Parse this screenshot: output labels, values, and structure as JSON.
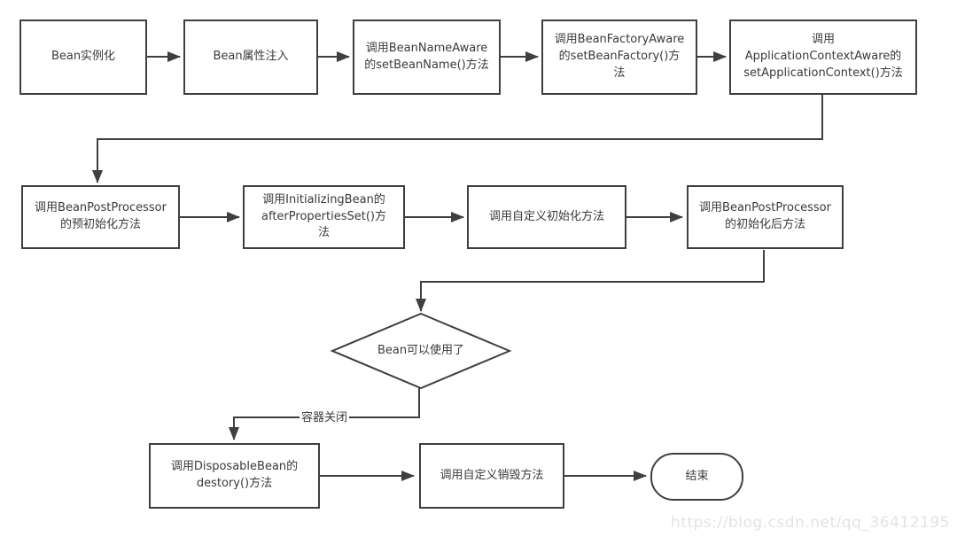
{
  "diagram": {
    "type": "flowchart",
    "nodes": [
      {
        "id": "bean-instantiation",
        "shape": "rect",
        "label": "Bean实例化"
      },
      {
        "id": "bean-property-injection",
        "shape": "rect",
        "label": "Bean属性注入"
      },
      {
        "id": "set-bean-name",
        "shape": "rect",
        "label": "调用BeanNameAware\n的setBeanName()方法"
      },
      {
        "id": "set-bean-factory",
        "shape": "rect",
        "label": "调用BeanFactoryAware\n的setBeanFactory()方\n法"
      },
      {
        "id": "set-application-context",
        "shape": "rect",
        "label": "调用\nApplicationContextAware的\nsetApplicationContext()方法"
      },
      {
        "id": "pre-initialization",
        "shape": "rect",
        "label": "调用BeanPostProcessor\n的预初始化方法"
      },
      {
        "id": "after-properties-set",
        "shape": "rect",
        "label": "调用InitializingBean的\nafterPropertiesSet()方\n法"
      },
      {
        "id": "custom-init",
        "shape": "rect",
        "label": "调用自定义初始化方法"
      },
      {
        "id": "post-initialization",
        "shape": "rect",
        "label": "调用BeanPostProcessor\n的初始化后方法"
      },
      {
        "id": "bean-ready",
        "shape": "diamond",
        "label": "Bean可以使用了"
      },
      {
        "id": "destroy-disposable",
        "shape": "rect",
        "label": "调用DisposableBean的\ndestory()方法"
      },
      {
        "id": "custom-destroy",
        "shape": "rect",
        "label": "调用自定义销毁方法"
      },
      {
        "id": "end",
        "shape": "capsule",
        "label": "结束"
      }
    ],
    "edges": [
      {
        "from": "bean-instantiation",
        "to": "bean-property-injection"
      },
      {
        "from": "bean-property-injection",
        "to": "set-bean-name"
      },
      {
        "from": "set-bean-name",
        "to": "set-bean-factory"
      },
      {
        "from": "set-bean-factory",
        "to": "set-application-context"
      },
      {
        "from": "set-application-context",
        "to": "pre-initialization"
      },
      {
        "from": "pre-initialization",
        "to": "after-properties-set"
      },
      {
        "from": "after-properties-set",
        "to": "custom-init"
      },
      {
        "from": "custom-init",
        "to": "post-initialization"
      },
      {
        "from": "post-initialization",
        "to": "bean-ready"
      },
      {
        "from": "bean-ready",
        "to": "destroy-disposable",
        "label": "容器关闭"
      },
      {
        "from": "destroy-disposable",
        "to": "custom-destroy"
      },
      {
        "from": "custom-destroy",
        "to": "end"
      }
    ],
    "watermark": "https://blog.csdn.net/qq_36412195",
    "colors": {
      "line": "#3f3f3f",
      "text": "#3a3a3a",
      "node_fill": "#ffffff",
      "background": "#ffffff",
      "watermark": "#e3e3e3"
    }
  }
}
